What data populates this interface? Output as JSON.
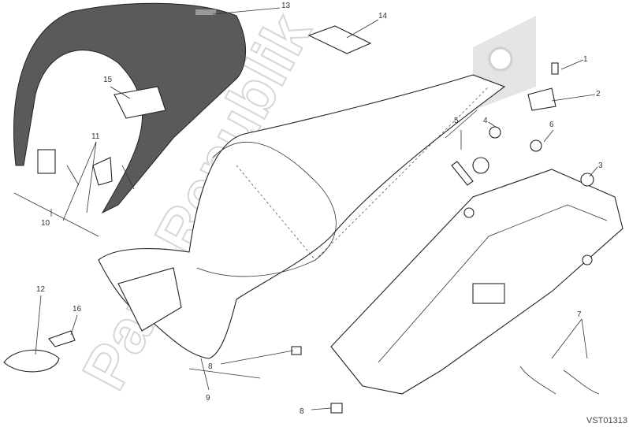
{
  "diagram": {
    "drawing_code": "VST01313",
    "watermark": "PartsRepublik",
    "callouts": [
      "1",
      "2",
      "3",
      "4",
      "5",
      "6",
      "7",
      "8",
      "8",
      "9",
      "10",
      "11",
      "12",
      "13",
      "14",
      "15",
      "16"
    ],
    "colors": {
      "line": "#222222",
      "cover_fill": "#5a5a5a",
      "watermark": "#d6d6d6"
    }
  }
}
